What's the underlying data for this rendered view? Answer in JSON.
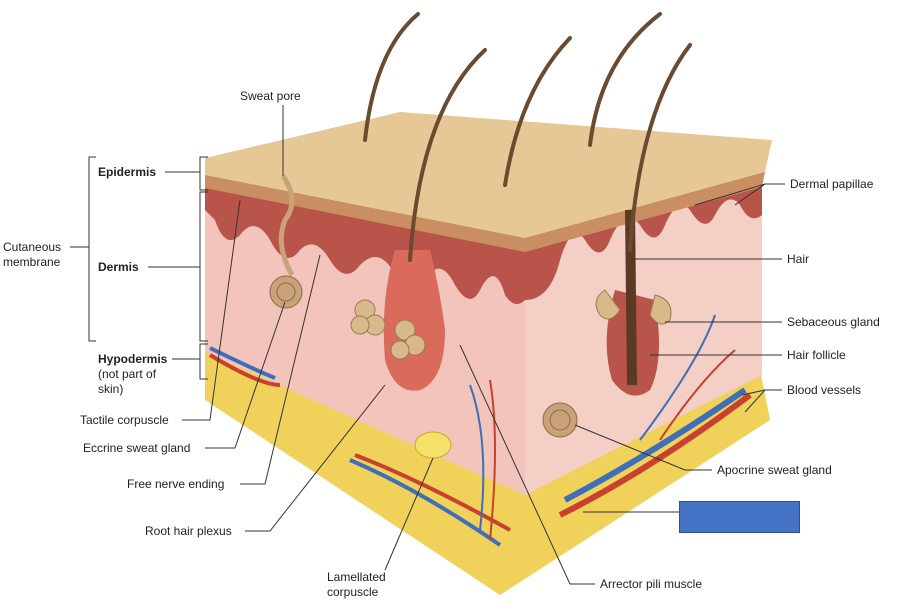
{
  "labels": {
    "sweat_pore": "Sweat pore",
    "epidermis": "Epidermis",
    "cutaneous_line1": "Cutaneous",
    "cutaneous_line2": "membrane",
    "dermis": "Dermis",
    "hypodermis": "Hypodermis",
    "hypodermis_note1": "(not part of",
    "hypodermis_note2": "skin)",
    "tactile_corpuscle": "Tactile corpuscle",
    "eccrine_sweat_gland": "Eccrine sweat gland",
    "free_nerve_ending": "Free nerve ending",
    "root_hair_plexus": "Root hair plexus",
    "lamellated_line1": "Lamellated",
    "lamellated_line2": "corpuscle",
    "arrector_pili_muscle": "Arrector pili muscle",
    "apocrine_sweat_gland": "Apocrine sweat gland",
    "blood_vessels": "Blood vessels",
    "hair_follicle": "Hair follicle",
    "sebaceous_gland": "Sebaceous gland",
    "hair": "Hair",
    "dermal_papillae": "Dermal papillae"
  },
  "answer_box": {
    "color": "#4472c4"
  },
  "colors": {
    "epidermis": "#e6c896",
    "dermis": "#f2c4bc",
    "papillary": "#b9544a",
    "hypodermis": "#f0d25a",
    "artery": "#c8402f",
    "vein": "#3f6fb8",
    "hair": "#6b4a32"
  }
}
